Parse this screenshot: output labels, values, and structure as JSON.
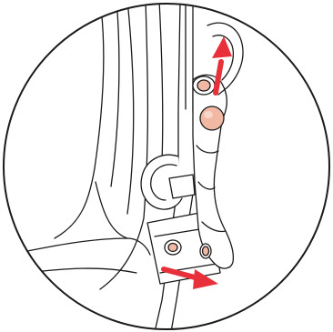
{
  "illustration": {
    "colors": {
      "background": "#ffffff",
      "line": "#1a1a1a",
      "arrow": "#e8303a",
      "button": "#f1b9a4",
      "button_dark": "#c9826b"
    },
    "arrows": [
      {
        "name": "arrow-up",
        "direction": "up"
      },
      {
        "name": "arrow-right",
        "direction": "right-down"
      }
    ]
  }
}
